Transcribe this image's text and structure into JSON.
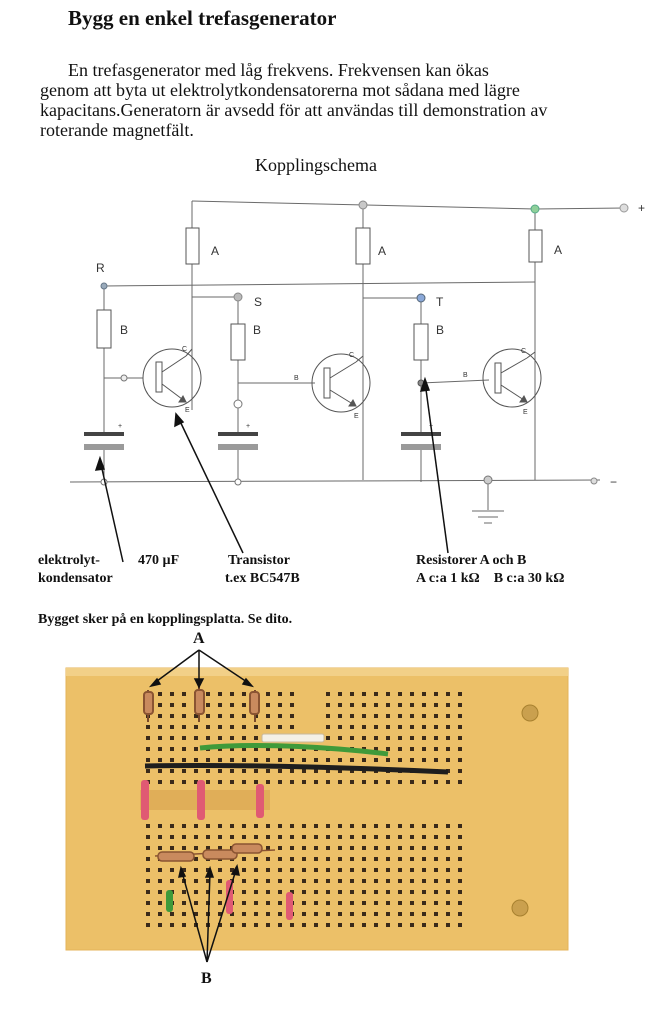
{
  "document": {
    "title": "Bygg  en enkel trefasgenerator",
    "intro_lines": [
      "En  trefasgenerator med låg frekvens.  Frekvensen kan ökas",
      "genom att byta ut elektrolytkondensatorerna mot sådana med lägre",
      "kapacitans.Generatorn är avsedd för att användas till  demonstration av",
      "roterande magnetfält."
    ],
    "schematic_title": "Kopplingschema"
  },
  "schematic": {
    "labels": {
      "resistor_a": "A",
      "resistor_b": "B",
      "node_r": "R",
      "node_s": "S",
      "node_t": "T",
      "plus": "+",
      "minus": "−",
      "collector": "C",
      "base": "B",
      "emitter": "E"
    }
  },
  "callouts": {
    "capacitor_line1": "elektrolyt-",
    "capacitor_line2": "kondensator",
    "capacitance": "470 µF",
    "transistor_line1": "Transistor",
    "transistor_line2": "t.ex BC547B",
    "resistors_line1": "Resistorer A och B",
    "resistors_line2": "A c:a 1 kΩ    B c:a 30 kΩ"
  },
  "photo": {
    "caption": "Bygget sker på en kopplingsplatta.  Se dito.",
    "label_a": "A",
    "label_b": "B"
  },
  "colors": {
    "board": "#ecc068",
    "board_edge": "#e5b35a",
    "hole": "#3a2a1a",
    "wire_green": "#3f9a3a",
    "wire_black": "#1e1e1e",
    "wire_pink": "#e05a73"
  }
}
